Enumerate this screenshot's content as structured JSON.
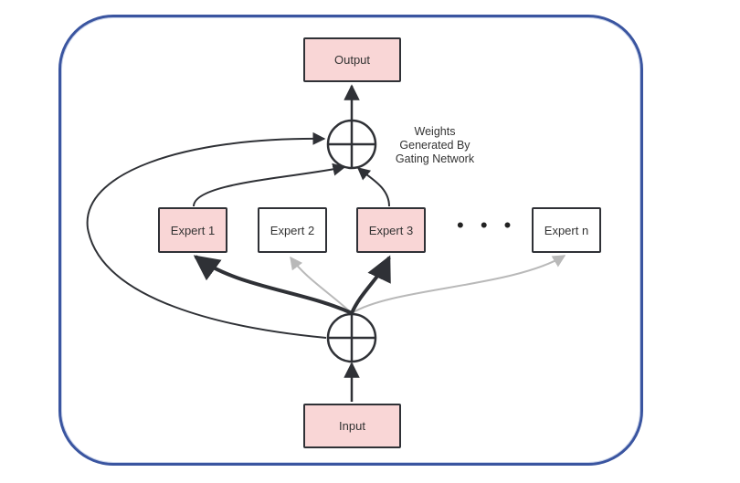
{
  "output_label": "Output",
  "input_label": "Input",
  "weights_caption": [
    "Weights",
    "Generated By",
    "Gating Network"
  ],
  "experts": [
    "Expert 1",
    "Expert 2",
    "Expert 3",
    "Expert n"
  ],
  "ellipsis": "• • •",
  "colors": {
    "highlight_fill": "#f9d6d6",
    "frame_border": "#3a55a0",
    "arrow": "#2f3136",
    "faded_arrow": "#b9b9b9"
  }
}
